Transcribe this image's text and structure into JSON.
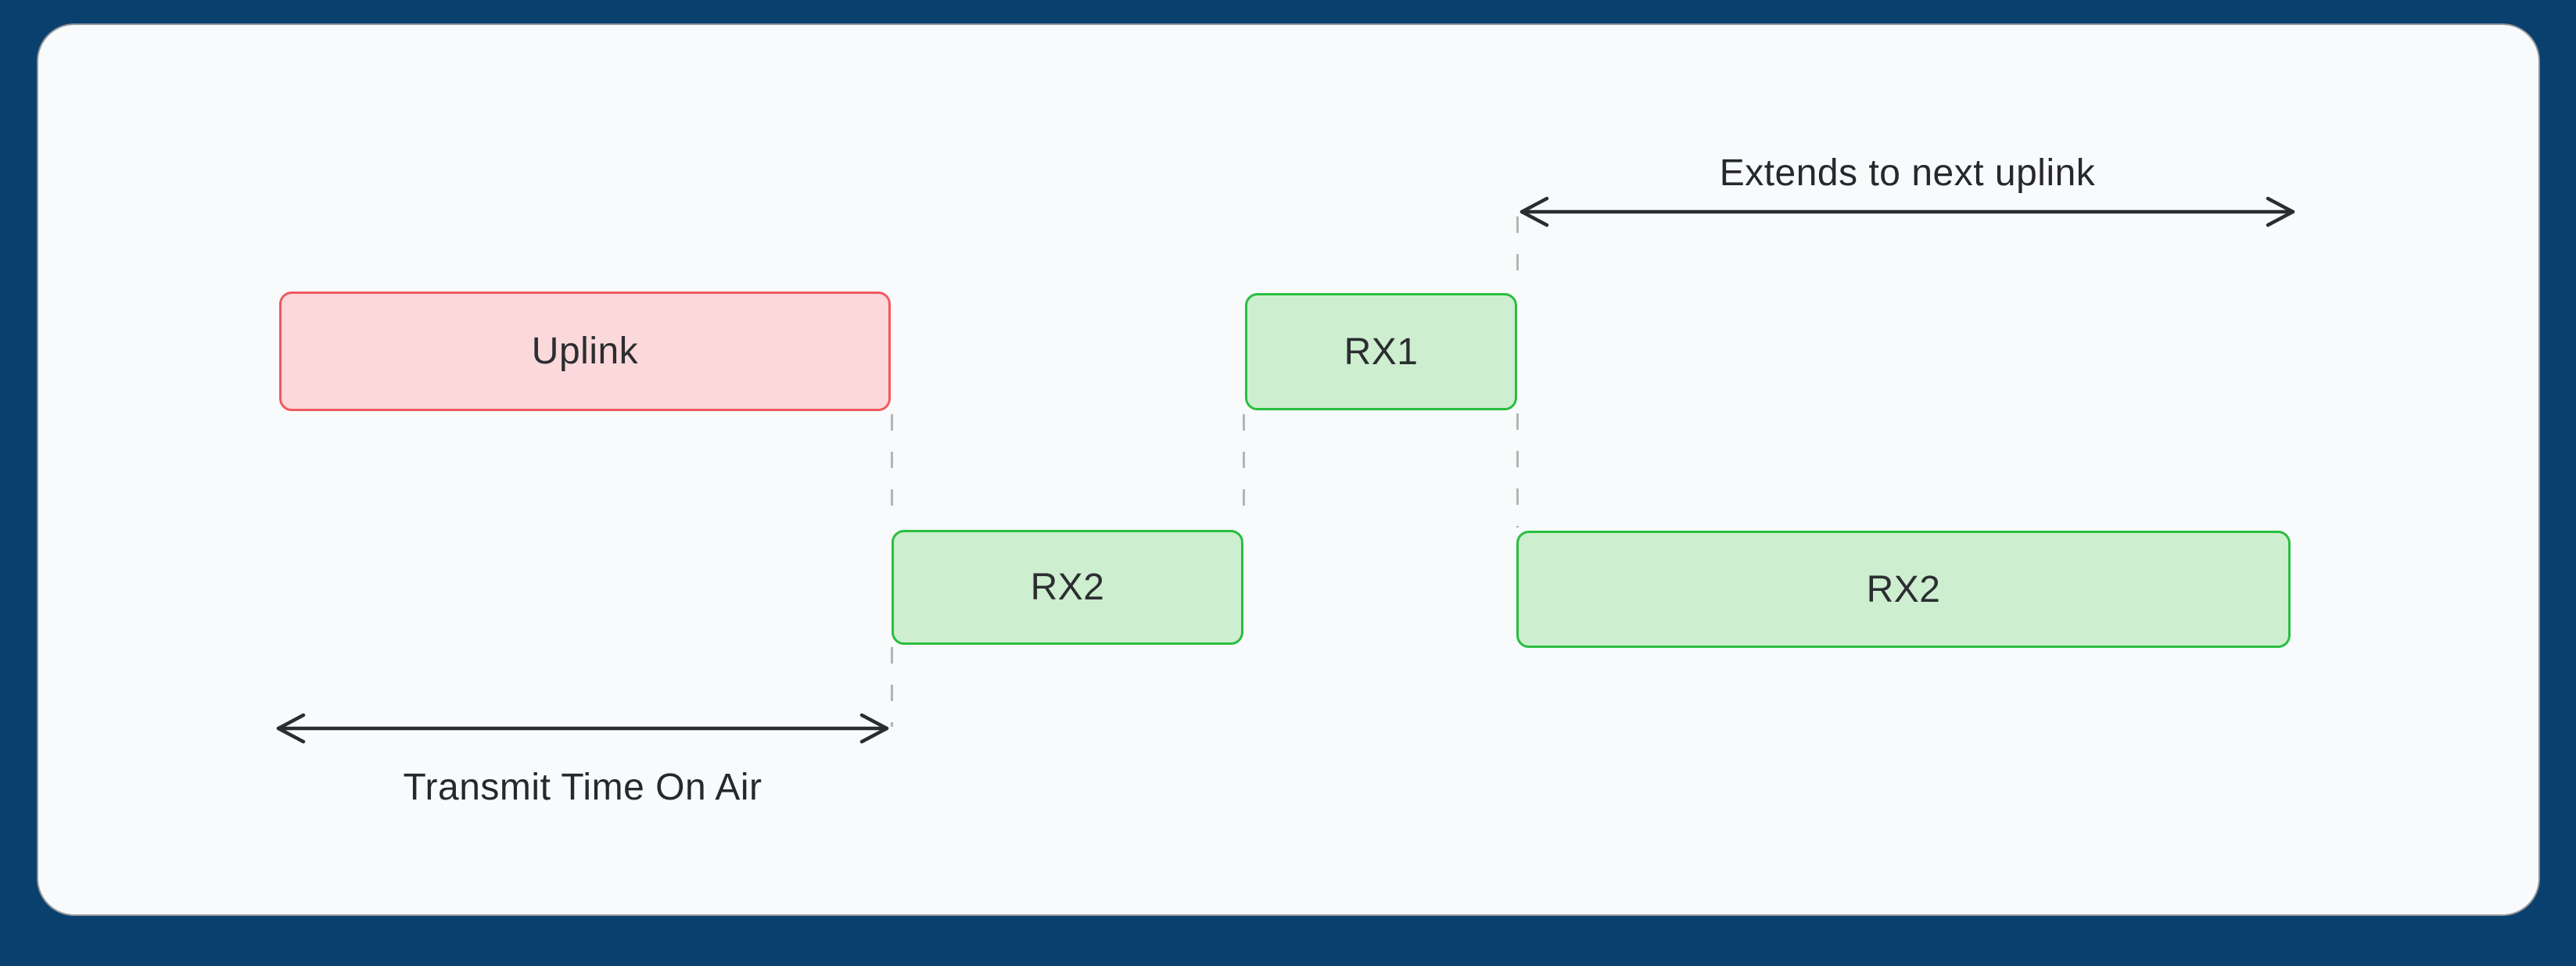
{
  "diagram": {
    "type": "timing-diagram",
    "blocks": [
      {
        "id": "uplink",
        "label": "Uplink",
        "kind": "transmit",
        "row": "top"
      },
      {
        "id": "rx1",
        "label": "RX1",
        "kind": "receive",
        "row": "top"
      },
      {
        "id": "rx2-first",
        "label": "RX2",
        "kind": "receive",
        "row": "bottom"
      },
      {
        "id": "rx2-extended",
        "label": "RX2",
        "kind": "receive",
        "row": "bottom"
      }
    ],
    "annotations": {
      "top_arrow_label": "Extends to next uplink",
      "bottom_arrow_label": "Transmit Time On Air"
    },
    "colors": {
      "background": "#0a406e",
      "panel_background": "#f8fafc",
      "panel_border": "#92969b",
      "transmit_fill": "#fbd8da",
      "transmit_border": "#f0595f",
      "receive_fill": "#cdeecf",
      "receive_border": "#2abe3f",
      "dashed_guide": "#b4b4b4",
      "arrow": "#2a2c2e",
      "text": "#26282c"
    }
  }
}
